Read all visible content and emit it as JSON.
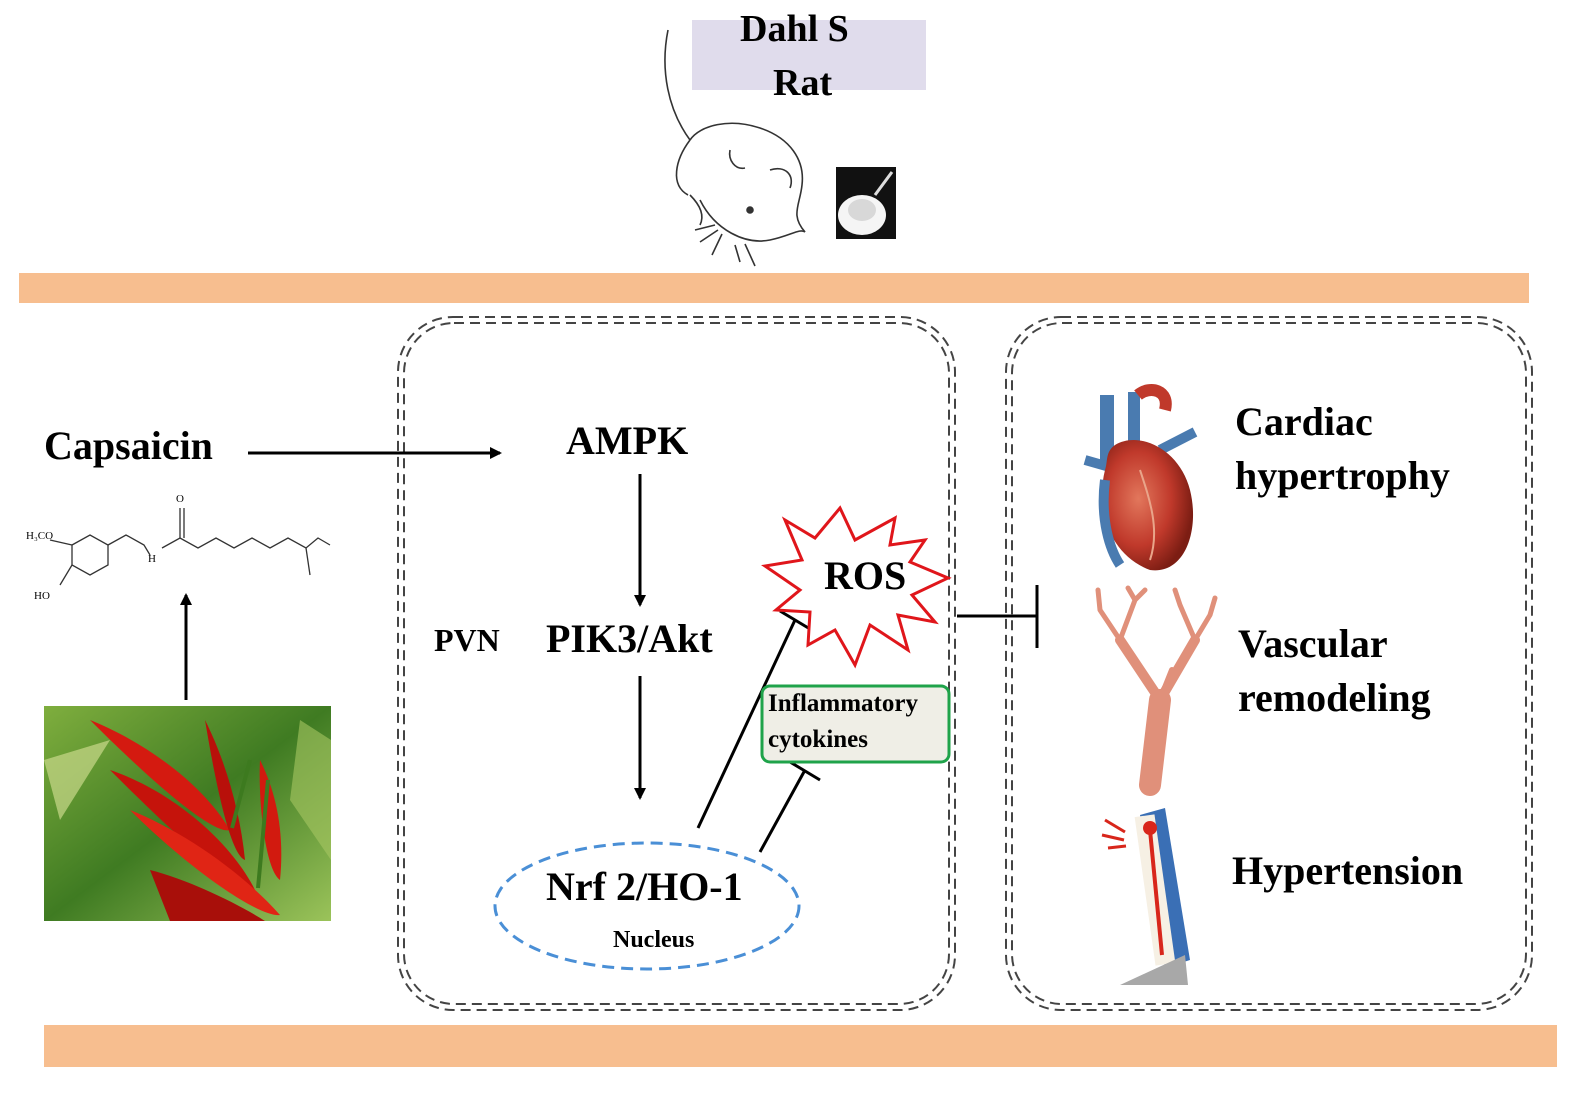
{
  "title": {
    "line1": "Dahl S",
    "line2": "Rat"
  },
  "left": {
    "compound": "Capsaicin"
  },
  "brain": {
    "region_label": "PVN",
    "nodes": {
      "ampk": "AMPK",
      "pik3": "PIK3/Akt",
      "nrf2": "Nrf 2/HO-1",
      "nucleus": "Nucleus"
    },
    "ros": "ROS",
    "inflammatory": {
      "line1": "Inflammatory",
      "line2": "cytokines"
    }
  },
  "outcomes": {
    "cardiac": {
      "line1": "Cardiac",
      "line2": "hypertrophy"
    },
    "vascular": {
      "line1": "Vascular",
      "line2": "remodeling"
    },
    "hypertension": "Hypertension"
  },
  "structure_labels": {
    "o": "O",
    "h3co": "H₃CO",
    "ho": "HO",
    "nh": "H"
  },
  "colors": {
    "band": "#f7be8f",
    "title_box": "#e0dcec",
    "nucleus_border": "#4a8fd6",
    "ros_star": "#e0161b",
    "cytokine_border": "#1fa34a",
    "cytokine_fill": "#efeee6",
    "heart": "#c0392b",
    "vessel": "#e0907a",
    "thermo_body": "#3a6fb5"
  },
  "icons": [
    "rat-icon",
    "salt-water-bottle-icon",
    "chili-pepper-photo",
    "heart-icon",
    "blood-vessel-icon",
    "thermometer-icon"
  ]
}
